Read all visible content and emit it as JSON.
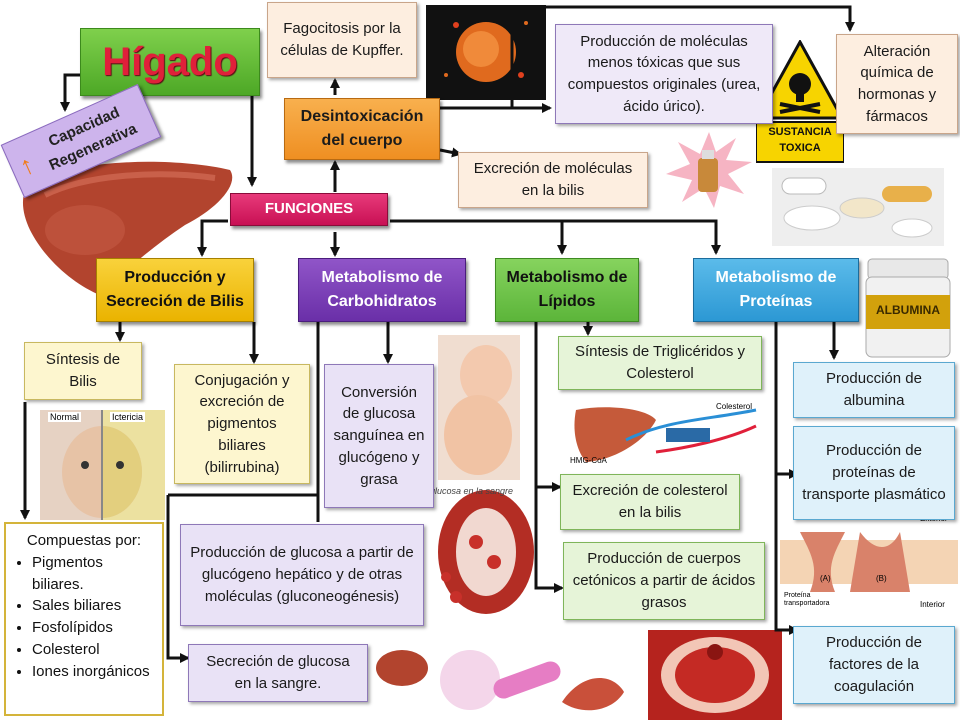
{
  "title": "Hígado",
  "capacidad": "Capacidad Regenerativa",
  "funciones": "FUNCIONES",
  "desintox": "Desintoxicación del cuerpo",
  "kupffer": "Fagocitosis por la células de Kupffer.",
  "moleculas_toxicas": "Producción de moléculas menos tóxicas que sus compuestos originales (urea, ácido úrico).",
  "alteracion": "Alteración química de hormonas y fármacos",
  "excrecion_bilis": "Excreción de moléculas en la bilis",
  "sustancia_toxica": [
    "SUSTANCIA",
    "TOXICA"
  ],
  "categories": {
    "bilis": "Producción y Secreción de Bilis",
    "carbo": "Metabolismo de Carbohidratos",
    "lipidos": "Metabolismo de Lípidos",
    "proteinas": "Metabolismo de Proteínas"
  },
  "bilis_items": {
    "sintesis": "Síntesis de Bilis",
    "conjugacion": "Conjugación y excreción de pigmentos biliares (bilirrubina)",
    "compuestas_title": "Compuestas por:",
    "compuestas": [
      "Pigmentos biliares.",
      "Sales biliares",
      "Fosfolípidos",
      "Colesterol",
      "Iones inorgánicos"
    ]
  },
  "carbo_items": {
    "conversion": "Conversión de glucosa sanguínea en glucógeno y grasa",
    "produccion": "Producción de glucosa a partir de glucógeno hepático y de otras moléculas (gluconeogénesis)",
    "secrecion": "Secreción de glucosa en la sangre."
  },
  "lipidos_items": {
    "sintesis": "Síntesis de Triglicéridos y Colesterol",
    "excrecion": "Excreción de colesterol en la bilis",
    "cuerpos": "Producción de cuerpos cetónicos a partir de ácidos grasos"
  },
  "proteinas_items": {
    "albumina": "Producción de albumina",
    "transporte": "Producción de proteínas de transporte plasmático",
    "coagulacion": "Producción de factores de la coagulación"
  },
  "image_labels": {
    "normal": "Normal",
    "ictericia": "Ictericia",
    "albumina_jar": "ALBUMINA",
    "colesterol": "Colesterol",
    "hmgcoa": "HMG-CoA",
    "exterior": "Exterior",
    "interior": "Interior",
    "proteina": "Proteína transportadora",
    "a": "(A)",
    "b": "(B)",
    "glucosa": "glucosa en la sangre"
  },
  "colors": {
    "title_green": "#5cb82e",
    "title_red": "#e0203a",
    "funciones_bg": "#d81b60",
    "desintox_bg": "#f39c34",
    "bilis_bg": "#f4c20d",
    "carbo_bg": "#7b3fb5",
    "lipidos_bg": "#6cc24a",
    "proteinas_bg": "#3fa9e0",
    "capacidad_bg": "#cdb4ec"
  }
}
